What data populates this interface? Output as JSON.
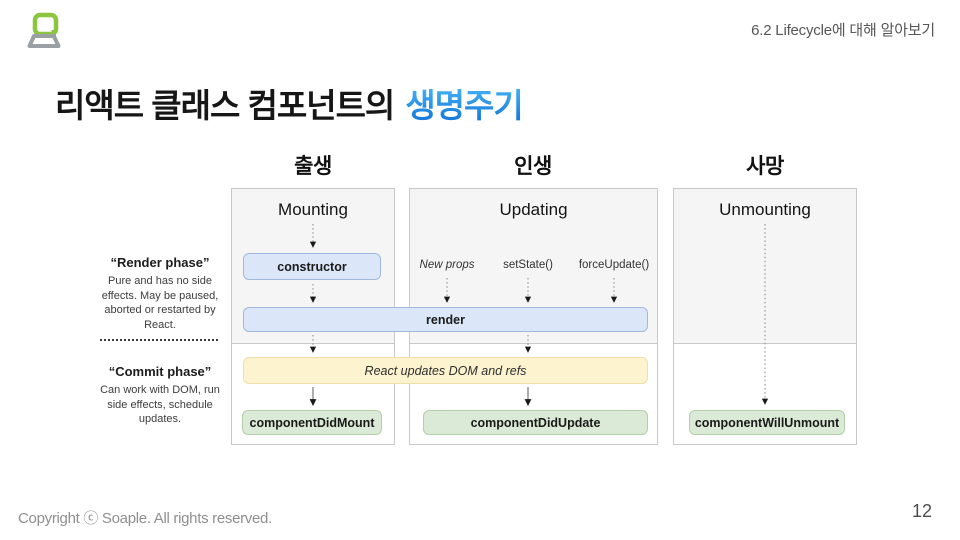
{
  "header": {
    "logo_name": "soaple-logo",
    "section_label": "6.2 Lifecycle에 대해 알아보기"
  },
  "title": {
    "prefix": "리액트 클래스 컴포넌트의",
    "accent": "생명주기"
  },
  "columns": [
    {
      "stage_korean": "출생",
      "label": "Mounting"
    },
    {
      "stage_korean": "인생",
      "label": "Updating"
    },
    {
      "stage_korean": "사망",
      "label": "Unmounting"
    }
  ],
  "phase_notes": {
    "render_title": "“Render phase”",
    "render_desc": "Pure and has no side effects. May be paused, aborted or restarted by React.",
    "commit_title": "“Commit phase”",
    "commit_desc": "Can work with DOM, run side effects, schedule updates."
  },
  "nodes": {
    "constructor": "constructor",
    "render": "render",
    "react_updates": "React updates DOM and refs",
    "did_mount": "componentDidMount",
    "did_update": "componentDidUpdate",
    "will_unmount": "componentWillUnmount"
  },
  "triggers": {
    "new_props": "New props",
    "set_state": "setState()",
    "force_update": "forceUpdate()"
  },
  "colors": {
    "accent_gradient_top": "#45b2f2",
    "accent_gradient_bottom": "#1273d8",
    "blue_box_fill": "#dbe7f8",
    "blue_box_border": "#9fb9de",
    "yellow_box_fill": "#fdf3cf",
    "yellow_box_border": "#eedfa9",
    "green_box_fill": "#dbead6",
    "green_box_border": "#b2cfaa",
    "column_fill": "#f5f5f5",
    "column_border": "#c9c9c9",
    "logo_green": "#8cc63e",
    "logo_gray": "#9aa0a3"
  },
  "footer": {
    "copyright": "Copyright ⓒ Soaple. All rights reserved.",
    "page_number": "12"
  }
}
